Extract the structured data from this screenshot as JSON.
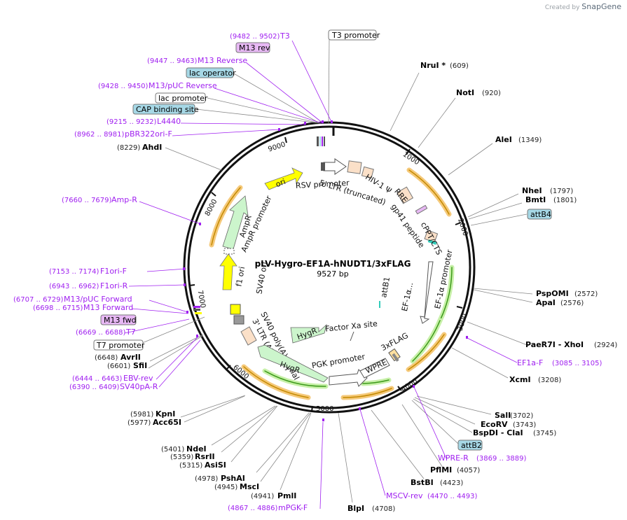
{
  "brand": {
    "created_by": "Created by",
    "name": "SnapGene"
  },
  "plasmid": {
    "name": "pLV-Hygro-EF1A-hNUDT1/3xFLAG",
    "size": "9527 bp"
  },
  "ticks": [
    "1000",
    "2000",
    "3000",
    "4000",
    "5000",
    "6000",
    "7000",
    "8000",
    "9000"
  ],
  "enzymes": [
    {
      "name": "NruI *",
      "pos": "(609)"
    },
    {
      "name": "NotI",
      "pos": "(920)"
    },
    {
      "name": "AleI",
      "pos": "(1349)"
    },
    {
      "name": "NheI",
      "pos": "(1797)"
    },
    {
      "name": "BmtI",
      "pos": "(1801)"
    },
    {
      "name": "PspOMI",
      "pos": "(2572)"
    },
    {
      "name": "ApaI",
      "pos": "(2576)"
    },
    {
      "name": "PaeR7I - XhoI",
      "pos": "(2924)"
    },
    {
      "name": "XcmI",
      "pos": "(3208)"
    },
    {
      "name": "SalI",
      "pos": "(3702)"
    },
    {
      "name": "EcoRV",
      "pos": "(3743)"
    },
    {
      "name": "BspDI - ClaI",
      "pos": "(3745)"
    },
    {
      "name": "PflMI",
      "pos": "(4057)"
    },
    {
      "name": "BstBI",
      "pos": "(4423)"
    },
    {
      "name": "BlpI",
      "pos": "(4708)"
    },
    {
      "name": "PmlI",
      "pos": "(4941)"
    },
    {
      "name": "MscI",
      "pos": "(4945)"
    },
    {
      "name": "PshAI",
      "pos": "(4978)"
    },
    {
      "name": "AsiSI",
      "pos": "(5315)"
    },
    {
      "name": "RsrII",
      "pos": "(5359)"
    },
    {
      "name": "NdeI",
      "pos": "(5401)"
    },
    {
      "name": "Acc65I",
      "pos": "(5977)"
    },
    {
      "name": "KpnI",
      "pos": "(5981)"
    },
    {
      "name": "SfiI",
      "pos": "(6601)"
    },
    {
      "name": "AvrII",
      "pos": "(6648)"
    },
    {
      "name": "AhdI",
      "pos": "(8229)"
    }
  ],
  "primers": [
    {
      "name": "T3",
      "pos": "(9482 .. 9502)"
    },
    {
      "name": "M13 Reverse",
      "pos": "(9447 .. 9463)"
    },
    {
      "name": "M13/pUC Reverse",
      "pos": "(9428 .. 9450)"
    },
    {
      "name": "L4440",
      "pos": "(9215 .. 9232)"
    },
    {
      "name": "pBR322ori-F",
      "pos": "(8962 .. 8981)"
    },
    {
      "name": "Amp-R",
      "pos": "(7660 .. 7679)"
    },
    {
      "name": "F1ori-F",
      "pos": "(7153 .. 7174)"
    },
    {
      "name": "F1ori-R",
      "pos": "(6943 .. 6962)"
    },
    {
      "name": "M13/pUC Forward",
      "pos": "(6707 .. 6729)"
    },
    {
      "name": "M13 Forward",
      "pos": "(6698 .. 6715)"
    },
    {
      "name": "T7",
      "pos": "(6669 .. 6688)"
    },
    {
      "name": "EBV-rev",
      "pos": "(6444 .. 6463)"
    },
    {
      "name": "SV40pA-R",
      "pos": "(6390 .. 6409)"
    },
    {
      "name": "mPGK-F",
      "pos": "(4867 .. 4886)"
    },
    {
      "name": "MSCV-rev",
      "pos": "(4470 .. 4493)"
    },
    {
      "name": "WPRE-R",
      "pos": "(3869 .. 3889)"
    },
    {
      "name": "EF1a-F",
      "pos": "(3085 .. 3105)"
    }
  ],
  "boxes": {
    "t3_promoter": "T3 promoter",
    "m13_rev": "M13 rev",
    "lac_operator": "lac operator",
    "lac_promoter": "lac promoter",
    "cap_site": "CAP binding site",
    "m13_fwd": "M13 fwd",
    "t7_promoter": "T7 promoter",
    "attb4": "attB4",
    "attb2": "attB2"
  },
  "features": {
    "rsv": "RSV promoter",
    "ltr5": "5' LTR (truncated)",
    "hiv": "HIV-1 Ψ",
    "rre": "RRE",
    "gp41": "gp41 peptide",
    "cppt": "cPPT/CTS",
    "ef1a_prom": "EF-1α promoter",
    "ef1a_short": "EF-1α...",
    "attb1": "attB1",
    "factor_xa": "Factor Xa site",
    "flag": "3xFLAG",
    "wpre": "WPRE",
    "pgk": "PGK promoter",
    "hygr1": "HygR",
    "hygr2": "HygR",
    "ltr3": "3' LTR (ΔU3)",
    "sv40pa": "SV40 poly(A) signal",
    "sv40ori": "SV40 ori",
    "f1ori": "f1 ori",
    "ampr": "AmpR",
    "ampr_prom": "AmpR promoter",
    "ori": "ori"
  },
  "colors": {
    "ori": "#ffff00",
    "ampr": "#ccf5cc",
    "orange": "#f5a623",
    "green": "#6bd12b",
    "purple": "#a020f0",
    "box_blue": "#a6d8e6",
    "box_purple": "#e7b8f4"
  }
}
